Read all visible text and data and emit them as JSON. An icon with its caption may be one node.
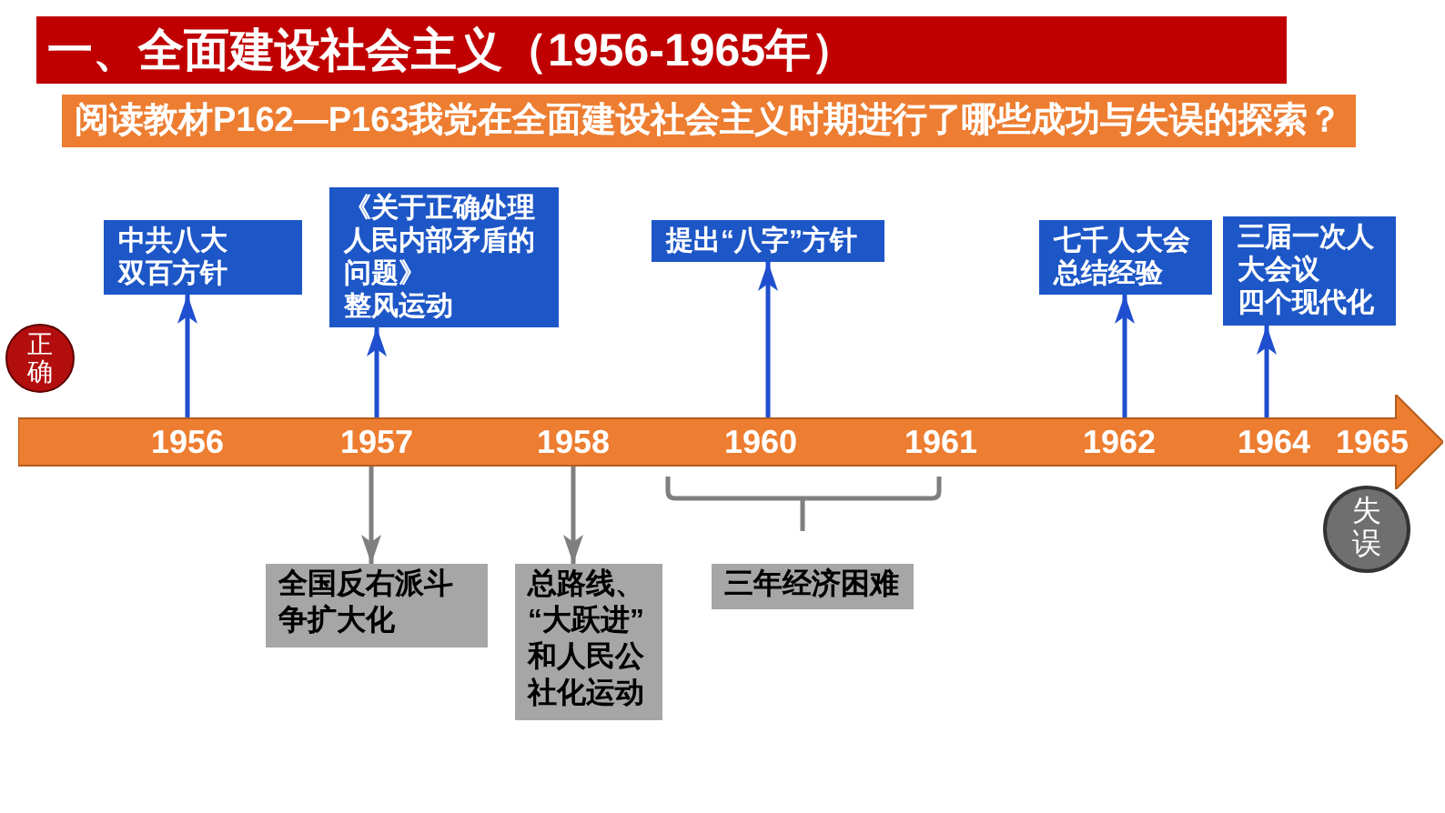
{
  "diagram": {
    "title": "一、全面建设社会主义（1956-1965年）",
    "nodes": [
      {
        "text": [
          "阅读教材P162—P163我党在全面建设社会主义时期进行了哪些成功与失误的探索？"
        ]
      },
      {
        "text": [
          "中共八大",
          "双百方针"
        ]
      },
      {
        "text": [
          "《关于正确处理人民内部矛盾的问题》",
          "整风运动"
        ]
      },
      {
        "text": [
          "提出“八字”方针"
        ]
      },
      {
        "text": [
          "七千人大会",
          "总结经验"
        ]
      },
      {
        "text": [
          "三届一次人大会议",
          "四个现代化"
        ]
      },
      {
        "text": [
          "正确"
        ]
      },
      {
        "text": [
          "1956",
          "1957",
          "1958",
          "1960",
          "1961",
          "1962",
          "1964",
          "1965"
        ]
      },
      {
        "text": [
          "失误"
        ]
      },
      {
        "text": [
          "全国反右派斗争扩大化"
        ]
      },
      {
        "text": [
          "总路线、“大跃进”和人民公社化运动"
        ]
      },
      {
        "text": [
          "三年经济困难"
        ]
      }
    ],
    "edges": [
      {
        "from": 7,
        "to": 1,
        "arrow": "to"
      },
      {
        "from": 7,
        "to": 2,
        "arrow": "to"
      },
      {
        "from": 7,
        "to": 3,
        "arrow": "to"
      },
      {
        "from": 7,
        "to": 4,
        "arrow": "to"
      },
      {
        "from": 7,
        "to": 5,
        "arrow": "to"
      },
      {
        "from": 7,
        "to": 9,
        "arrow": "to",
        "color": "#7f7f7f"
      },
      {
        "from": 7,
        "to": 10,
        "arrow": "to",
        "color": "#7f7f7f"
      }
    ]
  }
}
